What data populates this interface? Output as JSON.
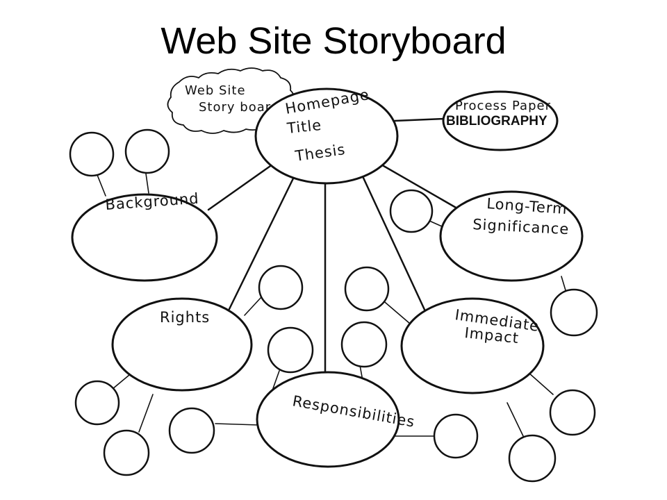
{
  "title": "Web Site Storyboard",
  "cloud": {
    "line1": "Web Site",
    "line2": "Story board"
  },
  "homepage": {
    "line1": "Homepage",
    "line2": "Title",
    "line3": "Thesis"
  },
  "bibliography": {
    "line1": "Process Paper",
    "line2": "BIBLIOGRAPHY"
  },
  "background": {
    "label": "Background"
  },
  "long_term": {
    "line1": "Long-Term",
    "line2": "Significance"
  },
  "rights": {
    "label": "Rights"
  },
  "immediate": {
    "line1": "Immediate",
    "line2": "Impact"
  },
  "responsibilities": {
    "label": "Responsibilities"
  }
}
